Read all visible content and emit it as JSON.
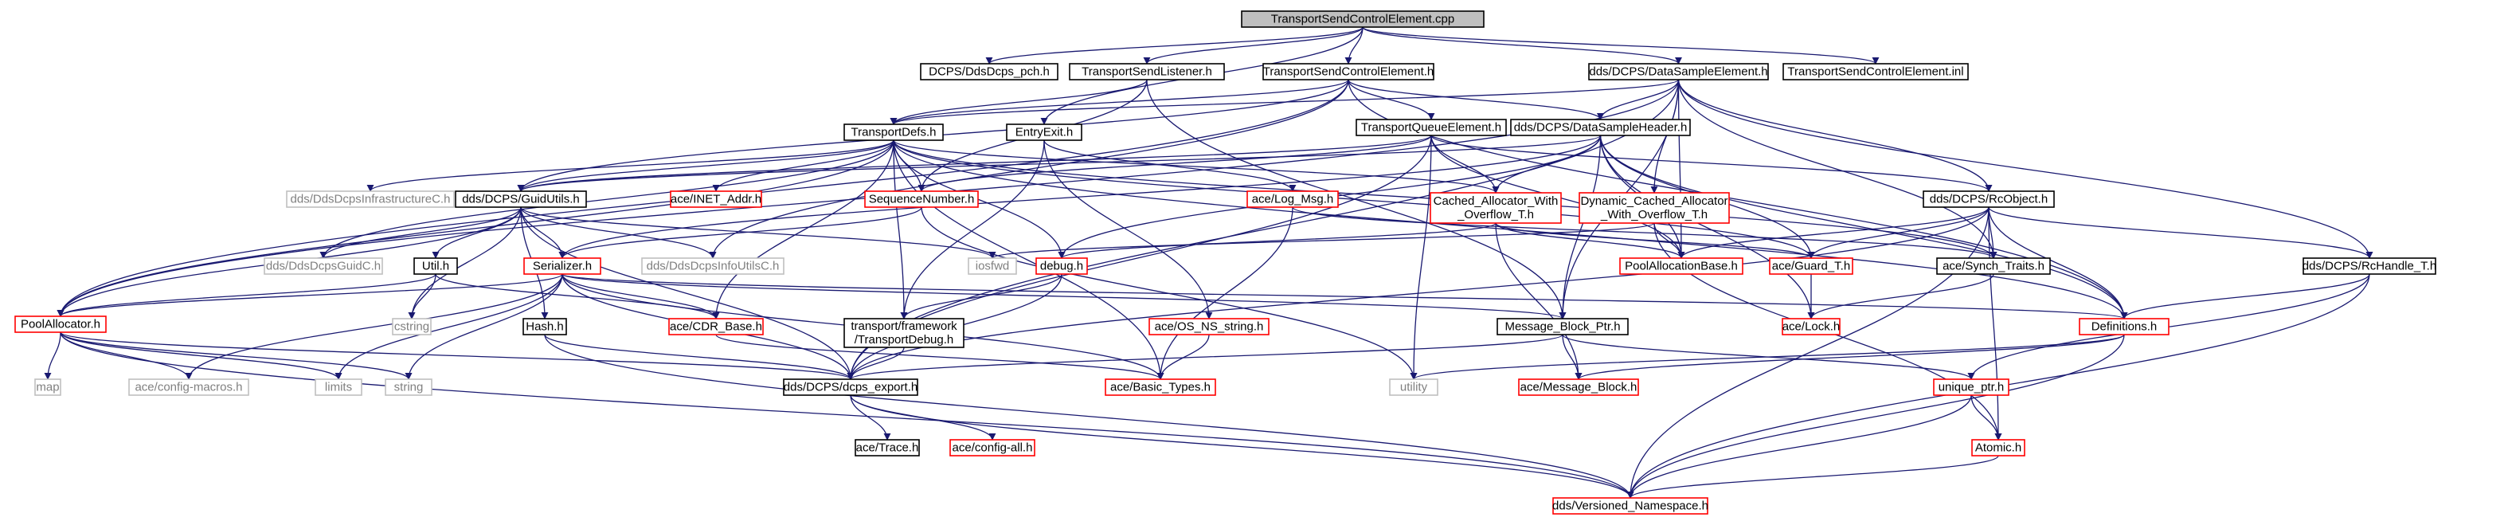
{
  "colors": {
    "root_fill": "#bfbfbf",
    "normal_border": "#000000",
    "red_border": "#ff0000",
    "gray_border": "#bfbfbf",
    "gray_text": "#808080",
    "edge": "#191970"
  },
  "nodes": [
    {
      "id": "root",
      "label": "TransportSendControlElement.cpp",
      "style": "root"
    },
    {
      "id": "ddsdcps_pch",
      "label": "DCPS/DdsDcps_pch.h",
      "style": "normal"
    },
    {
      "id": "tsl",
      "label": "TransportSendListener.h",
      "style": "normal"
    },
    {
      "id": "tsce",
      "label": "TransportSendControlElement.h",
      "style": "normal"
    },
    {
      "id": "dse",
      "label": "dds/DCPS/DataSampleElement.h",
      "style": "normal"
    },
    {
      "id": "tscei",
      "label": "TransportSendControlElement.inl",
      "style": "normal"
    },
    {
      "id": "tdefs",
      "label": "TransportDefs.h",
      "style": "normal"
    },
    {
      "id": "entryexit",
      "label": "EntryExit.h",
      "style": "normal"
    },
    {
      "id": "tqe",
      "label": "TransportQueueElement.h",
      "style": "normal"
    },
    {
      "id": "dsh",
      "label": "dds/DCPS/DataSampleHeader.h",
      "style": "normal"
    },
    {
      "id": "ddsinfra",
      "label": "dds/DdsDcpsInfrastructureC.h",
      "style": "gray"
    },
    {
      "id": "guidutils",
      "label": "dds/DCPS/GuidUtils.h",
      "style": "normal"
    },
    {
      "id": "inetaddr",
      "label": "ace/INET_Addr.h",
      "style": "red"
    },
    {
      "id": "seqnum",
      "label": "SequenceNumber.h",
      "style": "red"
    },
    {
      "id": "logmsg",
      "label": "ace/Log_Msg.h",
      "style": "red"
    },
    {
      "id": "cawo",
      "label": "Cached_Allocator_With\n_Overflow_T.h",
      "style": "red"
    },
    {
      "id": "dcawo",
      "label": "Dynamic_Cached_Allocator\n_With_Overflow_T.h",
      "style": "red"
    },
    {
      "id": "rcobject",
      "label": "dds/DCPS/RcObject.h",
      "style": "normal"
    },
    {
      "id": "ddsguidc",
      "label": "dds/DdsDcpsGuidC.h",
      "style": "gray"
    },
    {
      "id": "utilh",
      "label": "Util.h",
      "style": "normal"
    },
    {
      "id": "serializer",
      "label": "Serializer.h",
      "style": "red"
    },
    {
      "id": "ddsinfoutils",
      "label": "dds/DdsDcpsInfoUtilsC.h",
      "style": "gray"
    },
    {
      "id": "iosfwd",
      "label": "iosfwd",
      "style": "gray"
    },
    {
      "id": "debug",
      "label": "debug.h",
      "style": "red"
    },
    {
      "id": "poolalloc",
      "label": "PoolAllocationBase.h",
      "style": "red"
    },
    {
      "id": "guardt",
      "label": "ace/Guard_T.h",
      "style": "red"
    },
    {
      "id": "synchtraits",
      "label": "ace/Synch_Traits.h",
      "style": "normal"
    },
    {
      "id": "rchandle",
      "label": "dds/DCPS/RcHandle_T.h",
      "style": "normal"
    },
    {
      "id": "poolallocator",
      "label": "PoolAllocator.h",
      "style": "red"
    },
    {
      "id": "cstring",
      "label": "cstring",
      "style": "gray"
    },
    {
      "id": "hashh",
      "label": "Hash.h",
      "style": "normal"
    },
    {
      "id": "cdrbase",
      "label": "ace/CDR_Base.h",
      "style": "red"
    },
    {
      "id": "ttdebug",
      "label": "transport/framework\n/TransportDebug.h",
      "style": "normal"
    },
    {
      "id": "osns",
      "label": "ace/OS_NS_string.h",
      "style": "red"
    },
    {
      "id": "mbptr",
      "label": "Message_Block_Ptr.h",
      "style": "normal"
    },
    {
      "id": "acelock",
      "label": "ace/Lock.h",
      "style": "red"
    },
    {
      "id": "definitions",
      "label": "Definitions.h",
      "style": "red"
    },
    {
      "id": "map",
      "label": "map",
      "style": "gray"
    },
    {
      "id": "configmacros",
      "label": "ace/config-macros.h",
      "style": "gray"
    },
    {
      "id": "limits",
      "label": "limits",
      "style": "gray"
    },
    {
      "id": "string",
      "label": "string",
      "style": "gray"
    },
    {
      "id": "dcpsexport",
      "label": "dds/DCPS/dcps_export.h",
      "style": "normal"
    },
    {
      "id": "basictypes",
      "label": "ace/Basic_Types.h",
      "style": "red"
    },
    {
      "id": "utility",
      "label": "utility",
      "style": "gray"
    },
    {
      "id": "msgblock",
      "label": "ace/Message_Block.h",
      "style": "red"
    },
    {
      "id": "uniqueptr",
      "label": "unique_ptr.h",
      "style": "red"
    },
    {
      "id": "acetrace",
      "label": "ace/Trace.h",
      "style": "normal"
    },
    {
      "id": "configall",
      "label": "ace/config-all.h",
      "style": "red"
    },
    {
      "id": "atomic",
      "label": "Atomic.h",
      "style": "red"
    },
    {
      "id": "versioned",
      "label": "dds/Versioned_Namespace.h",
      "style": "red"
    }
  ],
  "edges": [
    [
      "root",
      "ddsdcps_pch"
    ],
    [
      "root",
      "tsl"
    ],
    [
      "root",
      "tsce"
    ],
    [
      "root",
      "dse"
    ],
    [
      "root",
      "tscei"
    ],
    [
      "root",
      "entryexit"
    ],
    [
      "tsl",
      "tdefs"
    ],
    [
      "tsl",
      "seqnum"
    ],
    [
      "tsl",
      "mbptr"
    ],
    [
      "tsce",
      "tdefs"
    ],
    [
      "tsce",
      "tqe"
    ],
    [
      "tsce",
      "dsh"
    ],
    [
      "tsce",
      "guidutils"
    ],
    [
      "tsce",
      "poolallocator"
    ],
    [
      "tsce",
      "ddsinfoutils"
    ],
    [
      "tsce",
      "definitions"
    ],
    [
      "dse",
      "tdefs"
    ],
    [
      "dse",
      "dsh"
    ],
    [
      "dse",
      "dcawo"
    ],
    [
      "dse",
      "rcobject"
    ],
    [
      "dse",
      "poolalloc"
    ],
    [
      "dse",
      "mbptr"
    ],
    [
      "dse",
      "dcpsexport"
    ],
    [
      "dse",
      "poolallocator"
    ],
    [
      "dse",
      "rchandle"
    ],
    [
      "dse",
      "synchtraits"
    ],
    [
      "entryexit",
      "ttdebug"
    ],
    [
      "entryexit",
      "logmsg"
    ],
    [
      "entryexit",
      "osns"
    ],
    [
      "tdefs",
      "ddsinfra"
    ],
    [
      "tdefs",
      "guidutils"
    ],
    [
      "tdefs",
      "inetaddr"
    ],
    [
      "tdefs",
      "seqnum"
    ],
    [
      "tdefs",
      "cawo"
    ],
    [
      "tdefs",
      "ddsguidc"
    ],
    [
      "tdefs",
      "debug"
    ],
    [
      "tdefs",
      "basictypes"
    ],
    [
      "tdefs",
      "cdrbase"
    ],
    [
      "tdefs",
      "ttdebug"
    ],
    [
      "tdefs",
      "guardt"
    ],
    [
      "tdefs",
      "synchtraits"
    ],
    [
      "tdefs",
      "definitions"
    ],
    [
      "tdefs",
      "poolallocator"
    ],
    [
      "tqe",
      "dcpsexport"
    ],
    [
      "tqe",
      "seqnum"
    ],
    [
      "tqe",
      "cawo"
    ],
    [
      "tqe",
      "poolalloc"
    ],
    [
      "tqe",
      "utility"
    ],
    [
      "tqe",
      "guidutils"
    ],
    [
      "tqe",
      "rcobject"
    ],
    [
      "dsh",
      "guidutils"
    ],
    [
      "dsh",
      "serializer"
    ],
    [
      "dsh",
      "mbptr"
    ],
    [
      "dsh",
      "cawo"
    ],
    [
      "dsh",
      "poolalloc"
    ],
    [
      "dsh",
      "acelock"
    ],
    [
      "dsh",
      "debug"
    ],
    [
      "dsh",
      "definitions"
    ],
    [
      "dsh",
      "guardt"
    ],
    [
      "guidutils",
      "ddsguidc"
    ],
    [
      "guidutils",
      "utilh"
    ],
    [
      "guidutils",
      "serializer"
    ],
    [
      "guidutils",
      "ddsinfoutils"
    ],
    [
      "guidutils",
      "iosfwd"
    ],
    [
      "guidutils",
      "hashh"
    ],
    [
      "guidutils",
      "dcpsexport"
    ],
    [
      "guidutils",
      "cstring"
    ],
    [
      "guidutils",
      "poolallocator"
    ],
    [
      "seqnum",
      "serializer"
    ],
    [
      "seqnum",
      "utility"
    ],
    [
      "logmsg",
      "basictypes"
    ],
    [
      "logmsg",
      "synchtraits"
    ],
    [
      "cawo",
      "debug"
    ],
    [
      "cawo",
      "poolalloc"
    ],
    [
      "cawo",
      "msgblock"
    ],
    [
      "cawo",
      "guardt"
    ],
    [
      "dcawo",
      "poolalloc"
    ],
    [
      "dcawo",
      "iosfwd"
    ],
    [
      "dcawo",
      "atomic"
    ],
    [
      "rcobject",
      "guardt"
    ],
    [
      "rcobject",
      "synchtraits"
    ],
    [
      "rcobject",
      "rchandle"
    ],
    [
      "rcobject",
      "definitions"
    ],
    [
      "rcobject",
      "atomic"
    ],
    [
      "rcobject",
      "dcpsexport"
    ],
    [
      "rcobject",
      "versioned"
    ],
    [
      "rcobject",
      "poolalloc"
    ],
    [
      "utilh",
      "poolallocator"
    ],
    [
      "utilh",
      "cstring"
    ],
    [
      "utilh",
      "cdrbase"
    ],
    [
      "serializer",
      "poolallocator"
    ],
    [
      "serializer",
      "cdrbase"
    ],
    [
      "serializer",
      "dcpsexport"
    ],
    [
      "serializer",
      "limits"
    ],
    [
      "serializer",
      "string"
    ],
    [
      "serializer",
      "configmacros"
    ],
    [
      "serializer",
      "mbptr"
    ],
    [
      "serializer",
      "definitions"
    ],
    [
      "serializer",
      "basictypes"
    ],
    [
      "debug",
      "dcpsexport"
    ],
    [
      "debug",
      "ttdebug"
    ],
    [
      "guardt",
      "acelock"
    ],
    [
      "synchtraits",
      "acelock"
    ],
    [
      "rchandle",
      "definitions"
    ],
    [
      "rchandle",
      "uniqueptr"
    ],
    [
      "rchandle",
      "versioned"
    ],
    [
      "poolallocator",
      "map"
    ],
    [
      "poolallocator",
      "configmacros"
    ],
    [
      "poolallocator",
      "limits"
    ],
    [
      "poolallocator",
      "string"
    ],
    [
      "poolallocator",
      "dcpsexport"
    ],
    [
      "poolallocator",
      "versioned"
    ],
    [
      "hashh",
      "dcpsexport"
    ],
    [
      "hashh",
      "versioned"
    ],
    [
      "cdrbase",
      "basictypes"
    ],
    [
      "ttdebug",
      "dcpsexport"
    ],
    [
      "osns",
      "basictypes"
    ],
    [
      "mbptr",
      "msgblock"
    ],
    [
      "mbptr",
      "dcpsexport"
    ],
    [
      "mbptr",
      "uniqueptr"
    ],
    [
      "definitions",
      "utility"
    ],
    [
      "definitions",
      "msgblock"
    ],
    [
      "definitions",
      "versioned"
    ],
    [
      "dcpsexport",
      "acetrace"
    ],
    [
      "dcpsexport",
      "configall"
    ],
    [
      "dcpsexport",
      "versioned"
    ],
    [
      "uniqueptr",
      "atomic"
    ],
    [
      "uniqueptr",
      "versioned"
    ],
    [
      "atomic",
      "versioned"
    ]
  ]
}
